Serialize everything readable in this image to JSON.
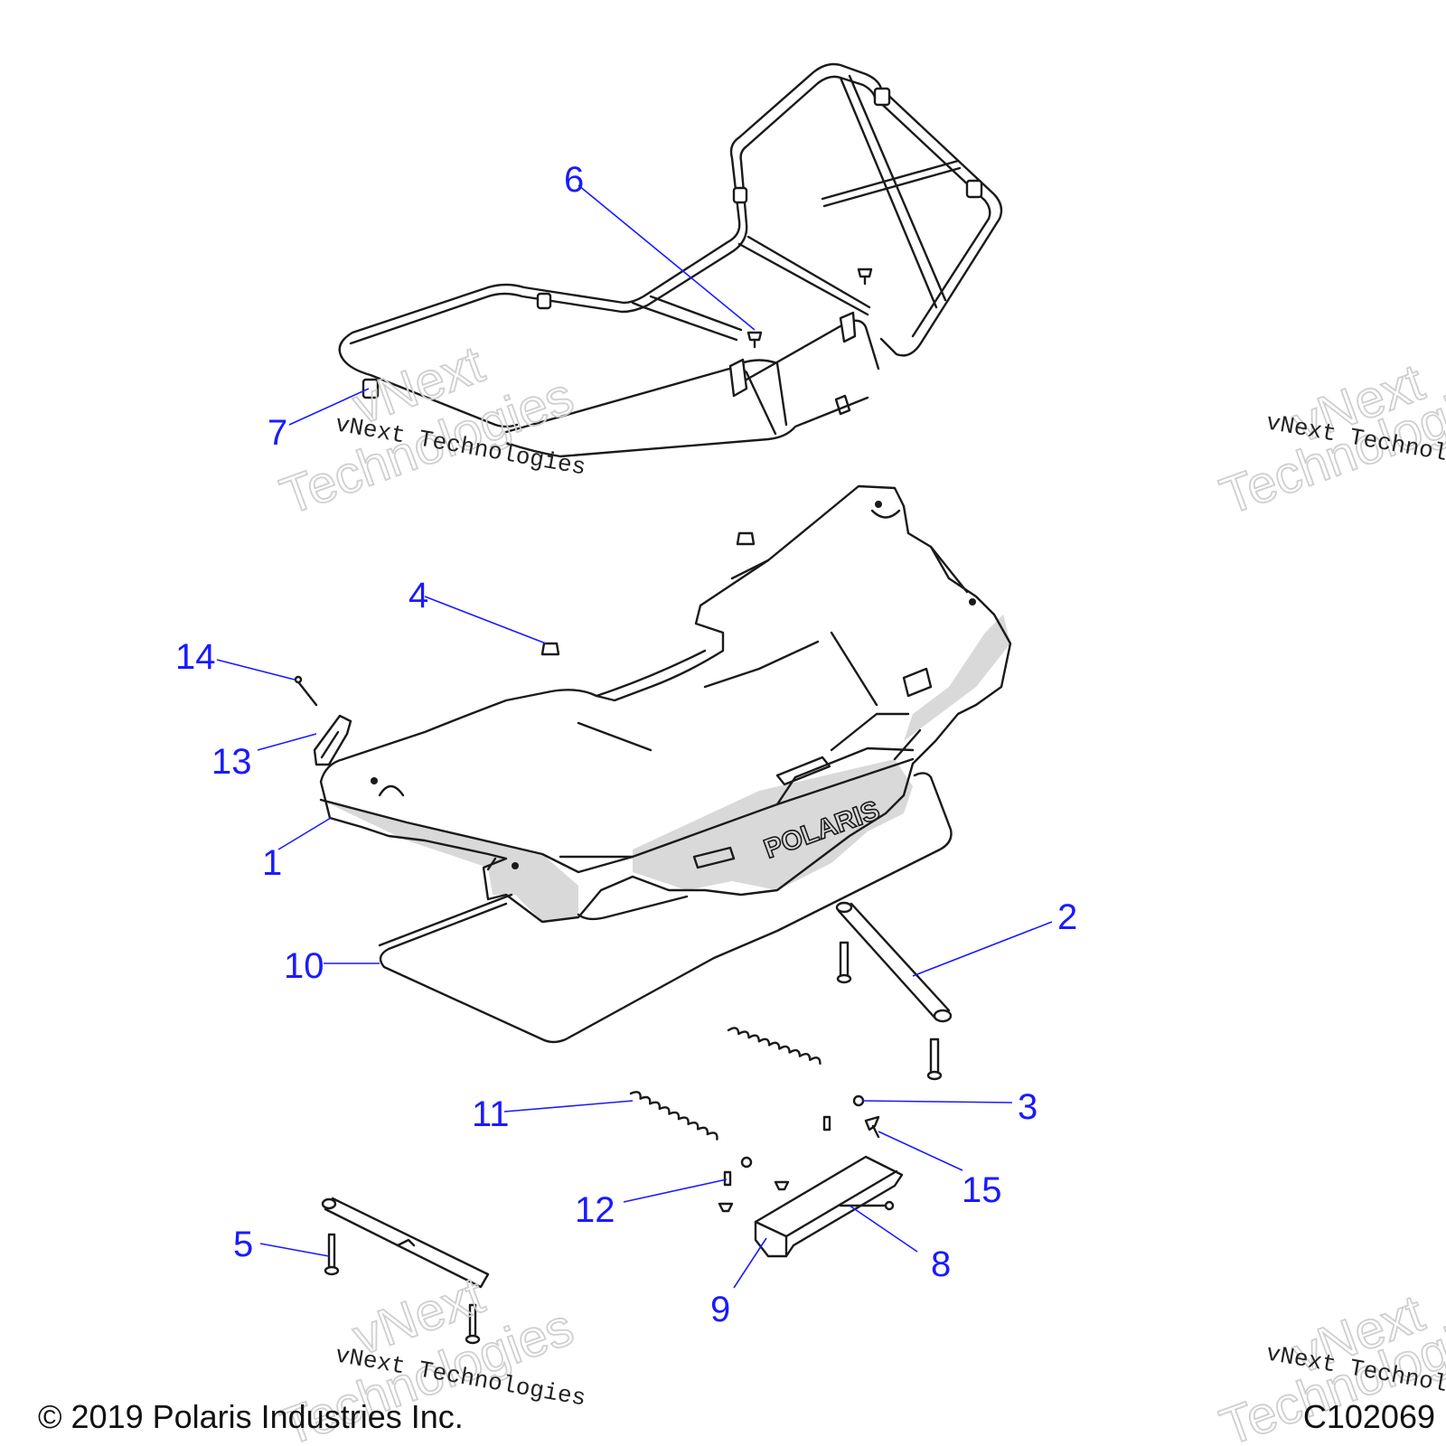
{
  "callouts": [
    {
      "id": "1",
      "label": "1"
    },
    {
      "id": "2",
      "label": "2"
    },
    {
      "id": "3",
      "label": "3"
    },
    {
      "id": "4",
      "label": "4"
    },
    {
      "id": "5",
      "label": "5"
    },
    {
      "id": "6",
      "label": "6"
    },
    {
      "id": "7",
      "label": "7"
    },
    {
      "id": "8",
      "label": "8"
    },
    {
      "id": "9",
      "label": "9"
    },
    {
      "id": "10",
      "label": "10"
    },
    {
      "id": "11",
      "label": "11"
    },
    {
      "id": "12",
      "label": "12"
    },
    {
      "id": "13",
      "label": "13"
    },
    {
      "id": "14",
      "label": "14"
    },
    {
      "id": "15",
      "label": "15"
    }
  ],
  "watermark": {
    "line1": "vNext",
    "line2": "Technologies",
    "small": "vNext Technologies"
  },
  "footer": {
    "copyright": "© 2019 Polaris Industries Inc.",
    "code": "C102069"
  },
  "colors": {
    "callout": "#1a1aff",
    "line": "#1a1a1a",
    "shade": "#d9d9d9"
  }
}
